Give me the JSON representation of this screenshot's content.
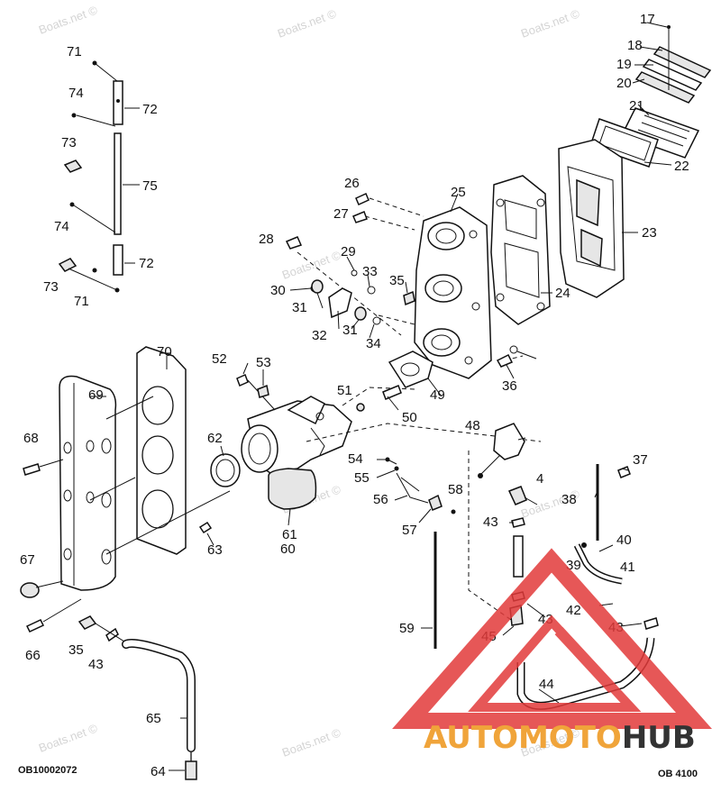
{
  "watermark": "Boats.net ©",
  "codes": {
    "left": "OB10002072",
    "right": "OB 4100"
  },
  "brand": {
    "part1": "AUTOMOTO",
    "part2": "HUB",
    "orange": "#f0a43a",
    "dark": "#333333",
    "triangle": "#e23a3a"
  },
  "labels": {
    "n17": "17",
    "n18": "18",
    "n19": "19",
    "n20": "20",
    "n21": "21",
    "n22": "22",
    "n23": "23",
    "n24": "24",
    "n25": "25",
    "n26": "26",
    "n27": "27",
    "n28": "28",
    "n29": "29",
    "n30": "30",
    "n31a": "31",
    "n31b": "31",
    "n32": "32",
    "n33": "33",
    "n34": "34",
    "n35a": "35",
    "n35b": "35",
    "n36": "36",
    "n37": "37",
    "n38": "38",
    "n39": "39",
    "n40": "40",
    "n41": "41",
    "n42": "42",
    "n43a": "43",
    "n43b": "43",
    "n43c": "43",
    "n43d": "43",
    "n44": "44",
    "n45": "45",
    "n48": "48",
    "n49": "49",
    "n50": "50",
    "n51": "51",
    "n52": "52",
    "n53": "53",
    "n54": "54",
    "n55": "55",
    "n56": "56",
    "n57": "57",
    "n58": "58",
    "n59": "59",
    "n60": "60",
    "n61": "61",
    "n62": "62",
    "n63": "63",
    "n64": "64",
    "n65": "65",
    "n66": "66",
    "n67": "67",
    "n68": "68",
    "n69": "69",
    "n70": "70",
    "n71a": "71",
    "n71b": "71",
    "n72a": "72",
    "n72b": "72",
    "n73a": "73",
    "n73b": "73",
    "n74a": "74",
    "n74b": "74",
    "n75": "75",
    "n4": "4"
  }
}
